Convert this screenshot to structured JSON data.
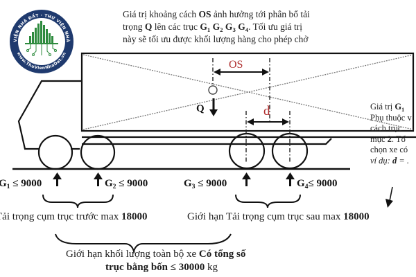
{
  "logo": {
    "ring_text_top": "THƯ VIỆN NHÀ ĐẤT · THƯ VIỆN NHÀ ĐẤT",
    "ring_text_bottom": "www.ThuVienNhaDat.vn",
    "ring_color": "#1f3a6e",
    "building_color": "#2e8b3e"
  },
  "top_note": {
    "line1_a": "Giá trị khoảng cách ",
    "line1_b": "OS",
    "line1_c": " ảnh hưởng tới phân bổ tải",
    "line2_a": "trọng ",
    "line2_b": "Q",
    "line2_c": " lên các trục ",
    "g1": "G",
    "g1_sub": "1",
    "g2": "G",
    "g2_sub": "2",
    "g3": "G",
    "g3_sub": "3",
    "g4": "G",
    "g4_sub": "4",
    "line2_d": ". Tối ưu giá trị",
    "line3": "này sẽ tối ưu được khối lượng hàng cho phép chở"
  },
  "diagram": {
    "os_label": "OS",
    "d_label": "d",
    "q_label": "Q",
    "accent_color": "#b03030"
  },
  "axles": [
    {
      "name": "G",
      "sub": "1",
      "limit": "≤ 9000"
    },
    {
      "name": "G",
      "sub": "2",
      "limit": "≤ 9000"
    },
    {
      "name": "G",
      "sub": "3",
      "limit": "≤ 9000"
    },
    {
      "name": "G",
      "sub": "4",
      "limit": "≤ 9000"
    }
  ],
  "front_group": {
    "text": "Tải trọng cụm trục trước max ",
    "value": "18000"
  },
  "rear_group": {
    "text": "Giới hạn Tải trọng cụm trục sau max ",
    "value": "18000"
  },
  "total": {
    "line1_a": "Giới hạn khối lượng toàn bộ xe ",
    "line1_b": "Có tổng số",
    "line2_a": "trục bằng bốn",
    "line2_b": " ≤ 30000 ",
    "line2_c": "kg"
  },
  "side_note": {
    "line1_a": "Giá trị ",
    "line1_b": "G",
    "line1_sub": "1",
    "line2": "Phụ thuộc v",
    "line3": "cách  trục",
    "line4_a": "mục ",
    "line4_b": "2",
    "line4_c": ". Tố",
    "line5": "chọn xe có",
    "line6_a": "ví dụ: ",
    "line6_b": "d",
    "line6_c": " = ."
  }
}
